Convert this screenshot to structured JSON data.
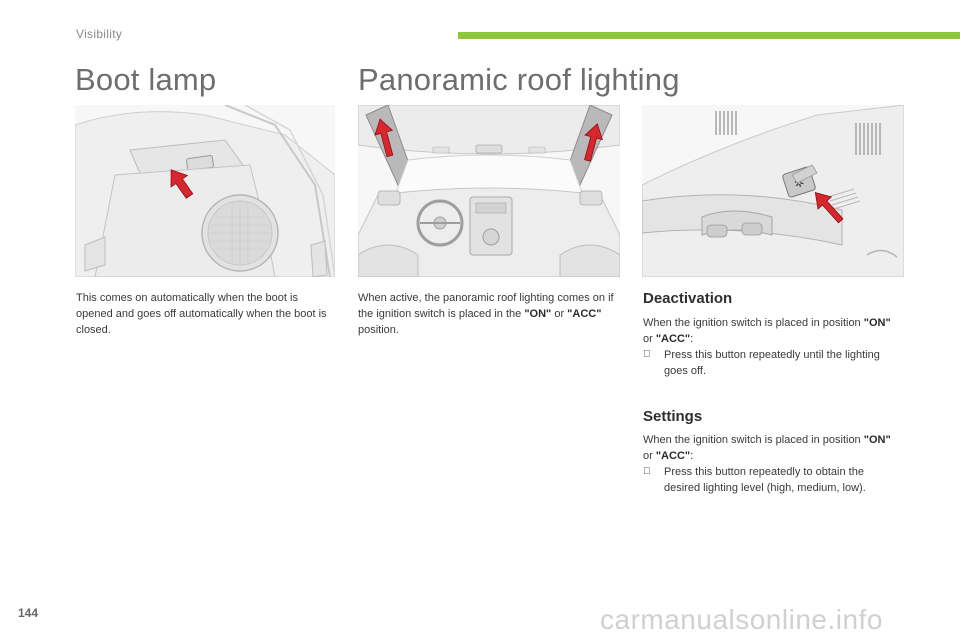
{
  "header": {
    "section": "Visibility"
  },
  "left": {
    "title": "Boot lamp",
    "description": "This comes on automatically when the boot is opened and goes off automatically when the boot is closed."
  },
  "right": {
    "title": "Panoramic roof lighting",
    "desc_part1": "When active, the panoramic roof lighting comes on if the ignition switch is placed in the ",
    "desc_on": "\"ON\"",
    "desc_or": " or ",
    "desc_acc": "\"ACC\"",
    "desc_part2": " position."
  },
  "deactivation": {
    "heading": "Deactivation",
    "intro1": "When the ignition switch is placed in position ",
    "on": "\"ON\"",
    "or": " or ",
    "acc": "\"ACC\"",
    "colon": ":",
    "bullet": "",
    "step": "Press this button repeatedly until the lighting goes off."
  },
  "settings": {
    "heading": "Settings",
    "intro1": "When the ignition switch is placed in position ",
    "on": "\"ON\"",
    "or": " or ",
    "acc": "\"ACC\"",
    "colon": ":",
    "bullet": "",
    "step": "Press this button repeatedly to obtain the desired lighting level (high, medium, low)."
  },
  "footer": {
    "page_number": "144",
    "watermark": "carmanualsonline.info"
  },
  "colors": {
    "accent_green": "#8ec63f",
    "arrow_red": "#d8262f",
    "title_grey": "#6e6e6e"
  }
}
